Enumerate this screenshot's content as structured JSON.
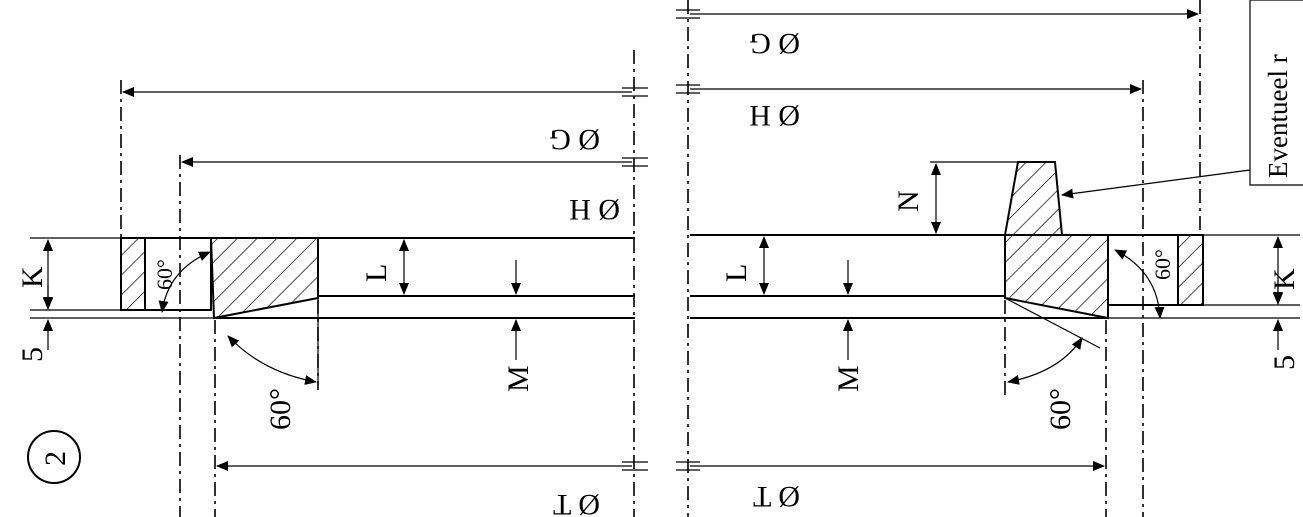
{
  "labels": {
    "dia_g": "Ø G",
    "dia_h": "Ø H",
    "dia_t": "Ø T",
    "k": "K",
    "l": "L",
    "m": "M",
    "n": "N",
    "five": "5",
    "angle": "60°",
    "detail_number": "2",
    "note": "Eventueel r"
  },
  "colors": {
    "ink": "#000000",
    "background": "#ffffff"
  }
}
